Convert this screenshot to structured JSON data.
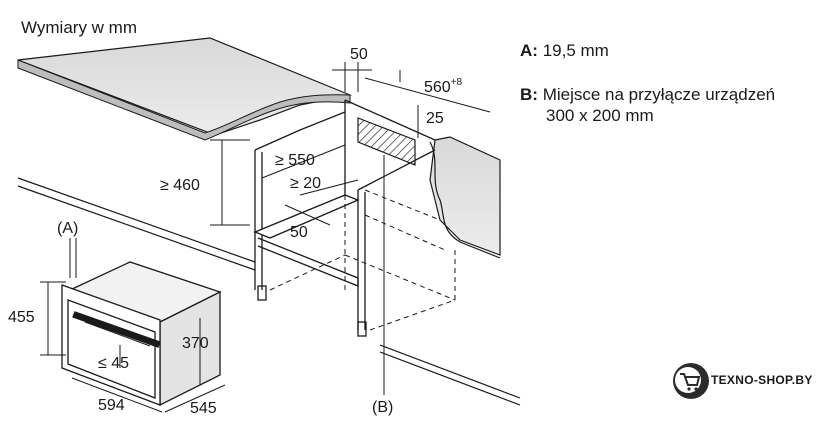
{
  "title": "Wymiary w mm",
  "notes": {
    "a_key": "A:",
    "a_text": "19,5 mm",
    "b_key": "B:",
    "b_line1": "Miejsce na przyłącze urządzeń",
    "b_line2": "300 x 200 mm"
  },
  "dimensions": {
    "d50_top": "50",
    "d560": "560",
    "d560_sup": "+8",
    "d25": "25",
    "d550": "≥ 550",
    "d20": "≥ 20",
    "d460": "≥ 460",
    "d50_bottom": "50",
    "label_a": "(A)",
    "label_b": "(B)",
    "d455": "455",
    "d370": "370",
    "d45": "≤ 45",
    "d594": "594",
    "d545": "545"
  },
  "logo": {
    "text": "TEXNO-SHOP.BY",
    "icon": "shopping-cart-icon"
  }
}
